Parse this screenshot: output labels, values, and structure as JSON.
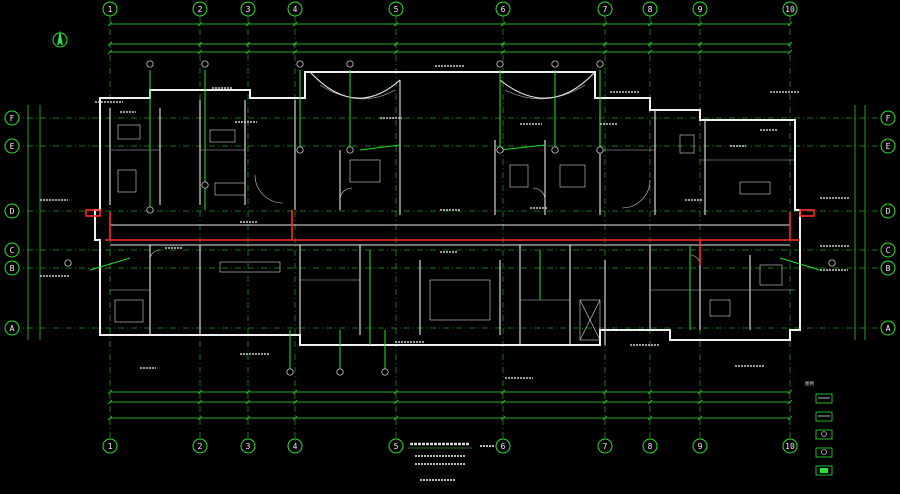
{
  "plan": {
    "background": "#000000",
    "line_color": "#e8e8e8",
    "dimension_color": "#2ee62e",
    "pipe_color": "#ff2a2a",
    "column_axes": [
      "1",
      "2",
      "3",
      "4",
      "5",
      "6",
      "7",
      "8",
      "9",
      "10"
    ],
    "row_axes": [
      "F",
      "E",
      "D",
      "C",
      "B",
      "A"
    ]
  },
  "legend": {
    "title": "图例",
    "items": [
      "",
      "",
      "",
      "",
      ""
    ]
  }
}
